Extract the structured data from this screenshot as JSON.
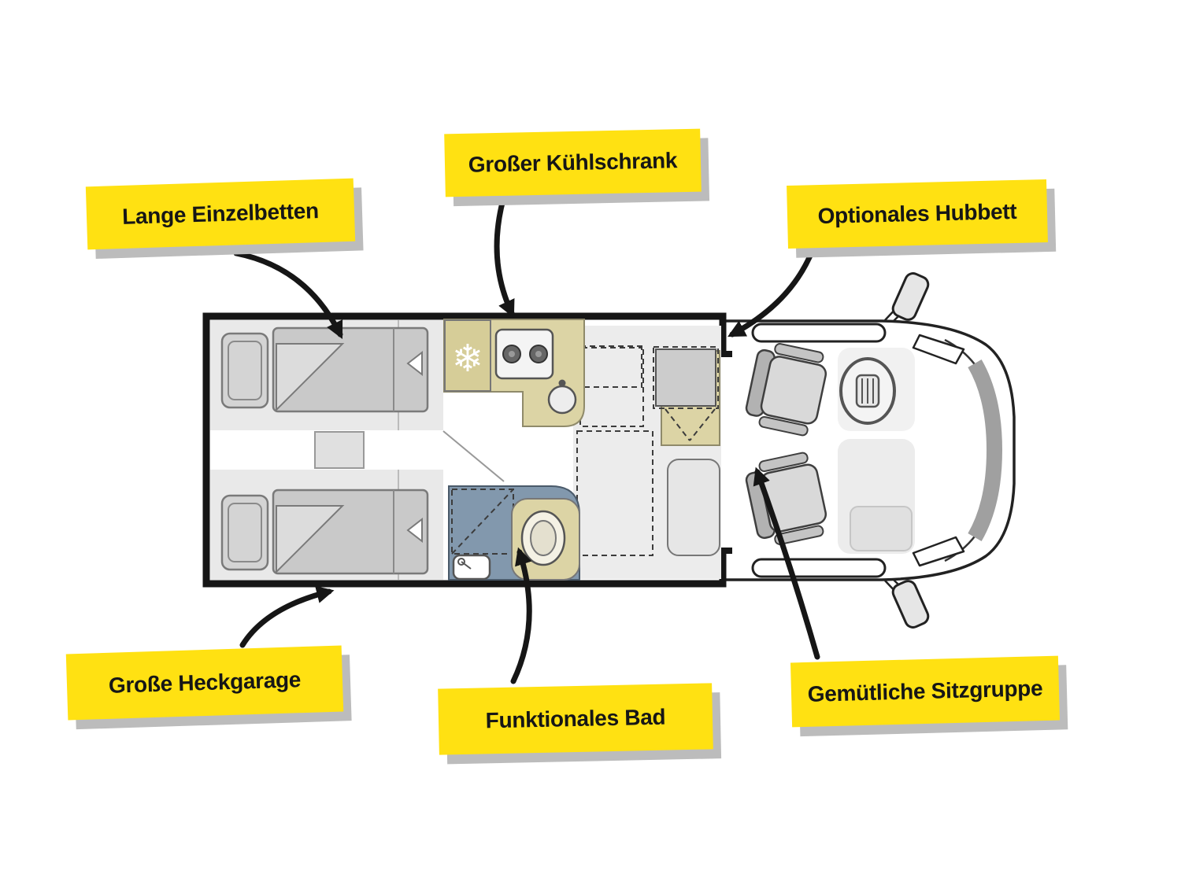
{
  "labels": {
    "einzelbetten": "Lange Einzelbetten",
    "kuehlschrank": "Großer Kühlschrank",
    "hubbett": "Optionales Hubbett",
    "heckgarage": "Große Heckgarage",
    "bad": "Funktionales Bad",
    "sitzgruppe": "Gemütliche Sitzgruppe"
  },
  "icons": {
    "snowflake": "❄"
  },
  "colors": {
    "label_bg": "#FFE112",
    "label_shadow": "#bcbcbc",
    "label_text": "#161616",
    "kitchen": "#dcd4a5",
    "bathroom": "#8298ad",
    "plan_outline": "#161616",
    "arrow": "#161616"
  }
}
